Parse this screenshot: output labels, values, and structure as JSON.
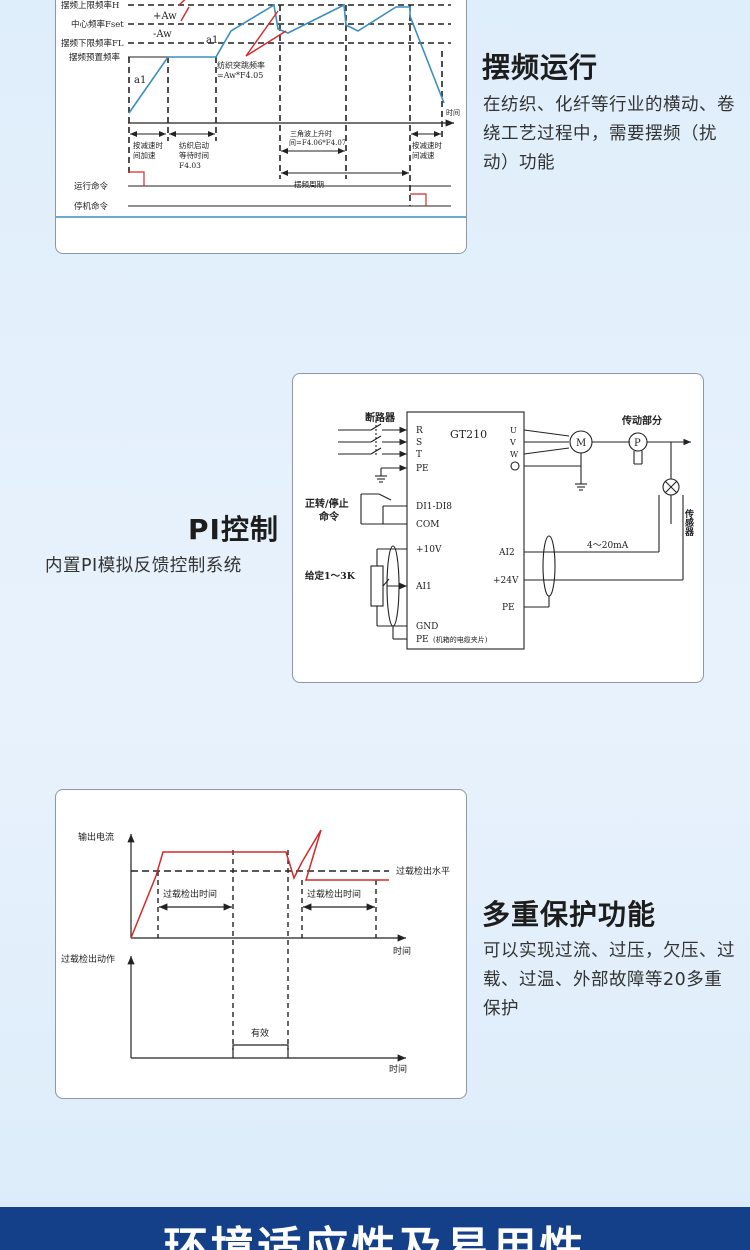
{
  "section1": {
    "title": "摆频运行",
    "description": "在纺织、化纤等行业的横动、卷绕工艺过程中，需要摆频（扰动）功能",
    "diagram": {
      "upper_freq": "摆频上限频率H",
      "center_freq": "中心频率Fset",
      "lower_freq": "摆频下限频率FL",
      "preset_freq": "摆频预置频率",
      "plus_aw": "+Aw",
      "minus_aw": "-Aw",
      "a1_left": "a1",
      "a1_right": "a1",
      "jump_freq_l1": "纺织突跳频率",
      "jump_freq_l2": "=Aw*F4.05",
      "time": "时间",
      "accel_l1": "按减速时",
      "accel_l2": "间加速",
      "wait_l1": "纺织启动",
      "wait_l2": "等待时间",
      "wait_l3": "F4.03",
      "tri_l1": "三角波上升时",
      "tri_l2": "间=F4.06*F4.07",
      "period": "摆频周期",
      "decel_l1": "按减速时",
      "decel_l2": "间减速",
      "run_cmd": "运行命令",
      "stop_cmd": "停机命令"
    }
  },
  "section2": {
    "title": "PI控制",
    "description": "内置PI模拟反馈控制系统",
    "diagram": {
      "breaker": "断路器",
      "model": "GT210",
      "r": "R",
      "s": "S",
      "t": "T",
      "pe1": "PE",
      "u": "U",
      "v": "V",
      "w": "W",
      "motor": "M",
      "drive_part": "传动部分",
      "p": "P",
      "sensor": "传感器",
      "fwd_stop": "正转/停止",
      "command": "命令",
      "di": "DI1-DI8",
      "com": "COM",
      "v10": "+10V",
      "ai1": "AI1",
      "given": "给定1～3K",
      "gnd": "GND",
      "pe2": "PE",
      "pe2_note": "(机箱的电缆夹片)",
      "ai2": "AI2",
      "current": "4～20mA",
      "v24": "+24V",
      "pe3": "PE"
    }
  },
  "section3": {
    "title": "多重保护功能",
    "description": "可以实现过流、过压，欠压、过载、过温、外部故障等20多重保护",
    "diagram": {
      "output_current": "输出电流",
      "overload_level": "过载检出水平",
      "detect_time_1": "过载检出时间",
      "detect_time_2": "过载检出时间",
      "time_1": "时间",
      "overload_action": "过载检出动作",
      "valid": "有效",
      "time_2": "时间"
    }
  },
  "banner": {
    "title": "环境适应性及易用性"
  }
}
